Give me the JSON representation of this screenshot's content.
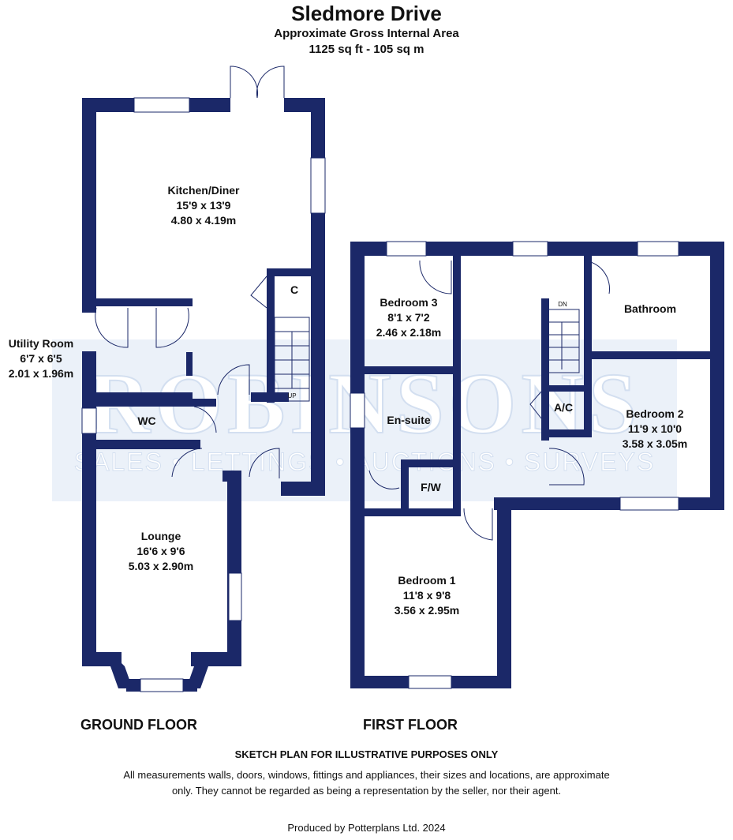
{
  "header": {
    "title": "Sledmore Drive",
    "area_label": "Approximate Gross Internal Area",
    "area_value": "1125 sq ft - 105 sq m"
  },
  "watermark": {
    "brand": "ROBINSONS",
    "tagline": "SALES • LETTINGS • AUCTIONS • SURVEYS"
  },
  "floors": {
    "ground": "GROUND FLOOR",
    "first": "FIRST FLOOR"
  },
  "rooms": {
    "kitchen": {
      "name": "Kitchen/Diner",
      "imperial": "15'9 x 13'9",
      "metric": "4.80 x 4.19m"
    },
    "utility": {
      "name": "Utility Room",
      "imperial": "6'7 x 6'5",
      "metric": "2.01 x 1.96m"
    },
    "wc": {
      "name": "WC"
    },
    "cupboard": {
      "name": "C"
    },
    "lounge": {
      "name": "Lounge",
      "imperial": "16'6 x 9'6",
      "metric": "5.03 x 2.90m"
    },
    "bedroom3": {
      "name": "Bedroom 3",
      "imperial": "8'1 x 7'2",
      "metric": "2.46 x 2.18m"
    },
    "bathroom": {
      "name": "Bathroom"
    },
    "ensuite": {
      "name": "En-suite"
    },
    "ac": {
      "name": "A/C"
    },
    "fw": {
      "name": "F/W"
    },
    "bedroom2": {
      "name": "Bedroom 2",
      "imperial": "11'9 x 10'0",
      "metric": "3.58 x 3.05m"
    },
    "bedroom1": {
      "name": "Bedroom 1",
      "imperial": "11'8 x 9'8",
      "metric": "3.56 x 2.95m"
    }
  },
  "stairs": {
    "up": "UP",
    "down": "DN"
  },
  "footer": {
    "disclaimer_title": "SKETCH PLAN FOR ILLUSTRATIVE PURPOSES ONLY",
    "disclaimer_text": "All measurements walls, doors, windows, fittings and appliances, their sizes and locations, are approximate only. They cannot be regarded as being a representation by the seller, nor their agent.",
    "credit": "Produced by Potterplans Ltd. 2024"
  },
  "colors": {
    "wall": "#1b2868",
    "watermark": "#dbe6f4"
  }
}
